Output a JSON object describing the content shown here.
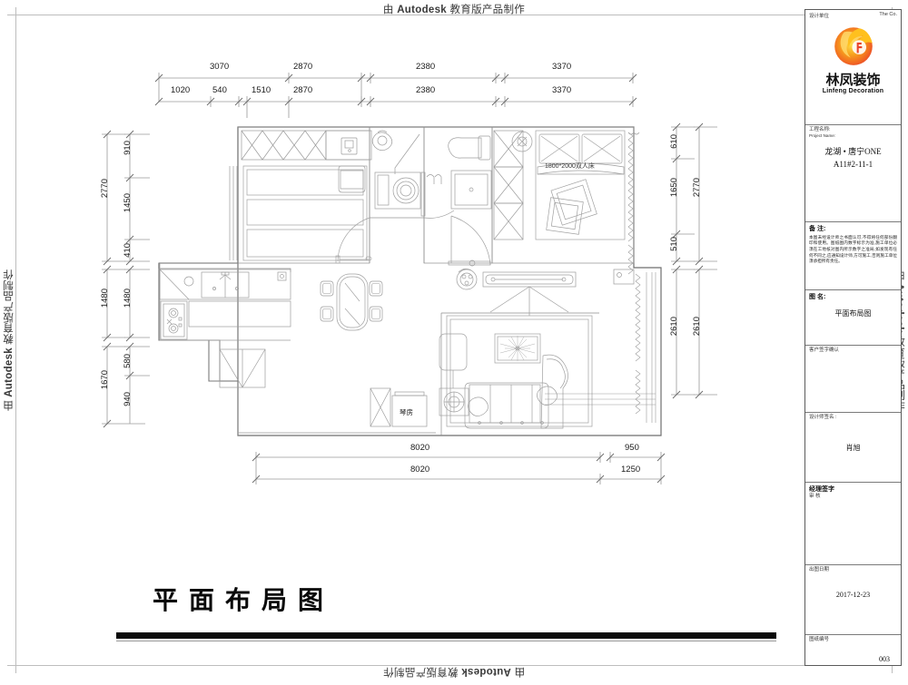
{
  "watermark": {
    "text_prefix": "由 ",
    "brand": "Autodesk",
    "text_suffix": " 教育版产品制作",
    "full": "由 Autodesk 教育版产品制作"
  },
  "drawing": {
    "main_title": "平面布局图",
    "bed_label": "1800*2000双人床",
    "piano_room_label": "琴房"
  },
  "dimensions": {
    "top_row1": [
      "3070",
      "2870",
      "2380",
      "3370"
    ],
    "top_row2": [
      "1020",
      "540",
      "1510",
      "2870",
      "2380",
      "3370"
    ],
    "left_outer": [
      "2770",
      "1480",
      "1670"
    ],
    "left_inner": [
      "910",
      "1450",
      "410",
      "1480",
      "580",
      "940"
    ],
    "right_inner": [
      "610",
      "1650",
      "510",
      "2610"
    ],
    "right_outer": [
      "2770",
      "2610"
    ],
    "bottom_row1": [
      "8020",
      "950"
    ],
    "bottom_row2": [
      "8020",
      "1250"
    ]
  },
  "titleblock": {
    "design_unit_label": "设计单位",
    "design_unit_right": "The   Co.",
    "logo_name": "林凤装饰",
    "logo_subtitle": "Linfeng Decoration",
    "project_label_cn": "工程名称:",
    "project_label_en": "Project Name:",
    "project_name": "龙湖 • 唐宁ONE",
    "project_code": "A11#2-11-1",
    "note_label": "备  注:",
    "note_body": "本图未经设计师之书面认可,不得将任何部份翻印和使用。图纸图内数字标示为准,施工单位必须在工地核对图内所示数字之准局,如发现有任何不同之,应通知设计师,方可施工,否则施工单位须承担所有责任。",
    "drawing_name_label": "图  名:",
    "drawing_name": "平面布局图",
    "client_sign_label": "客户签字确认",
    "designer_label": "设计师签名 :",
    "designer_name": "肖旭",
    "manager_label": "经理签字",
    "manager_sub": "审    核",
    "date_label": "出图日期",
    "date_value": "2017-12-23",
    "sheet_label": "图纸编号",
    "sheet_value": "003"
  },
  "colors": {
    "ink": "#1a1a1a",
    "wall": "#555555",
    "furniture": "#8a8a8a",
    "dim_line": "#9a9a9a",
    "logo_orange": "#F7941D",
    "logo_red": "#E8432B",
    "logo_yellow": "#FFD200"
  }
}
